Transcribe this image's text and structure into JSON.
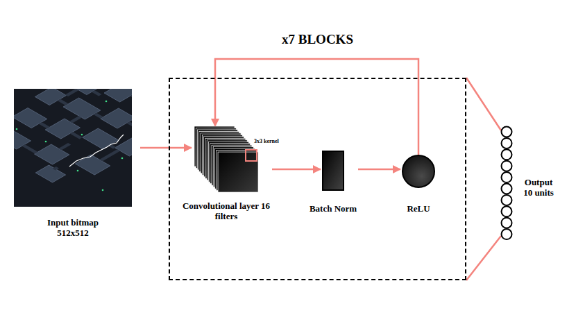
{
  "diagram": {
    "nodes": [
      {
        "text": [
          "Input bitmap 512x512"
        ]
      },
      {
        "text": [
          "x7 BLOCKS"
        ]
      },
      {
        "text": [
          "Convolutional layer 16 filters",
          "3x3 kernel"
        ],
        "in": 1
      },
      {
        "text": [
          "Batch Norm"
        ],
        "in": 1
      },
      {
        "text": [
          "ReLU"
        ],
        "in": 1
      },
      {
        "text": [
          "Output 10 units"
        ]
      }
    ],
    "edges": [
      {
        "from": 0,
        "to": 2,
        "arrow": "to"
      },
      {
        "from": 2,
        "to": 3,
        "arrow": "to"
      },
      {
        "from": 3,
        "to": 4,
        "arrow": "to"
      },
      {
        "from": 4,
        "to": 2,
        "arrow": "to"
      },
      {
        "from": 1,
        "to": 5,
        "arrow": "none"
      }
    ]
  }
}
